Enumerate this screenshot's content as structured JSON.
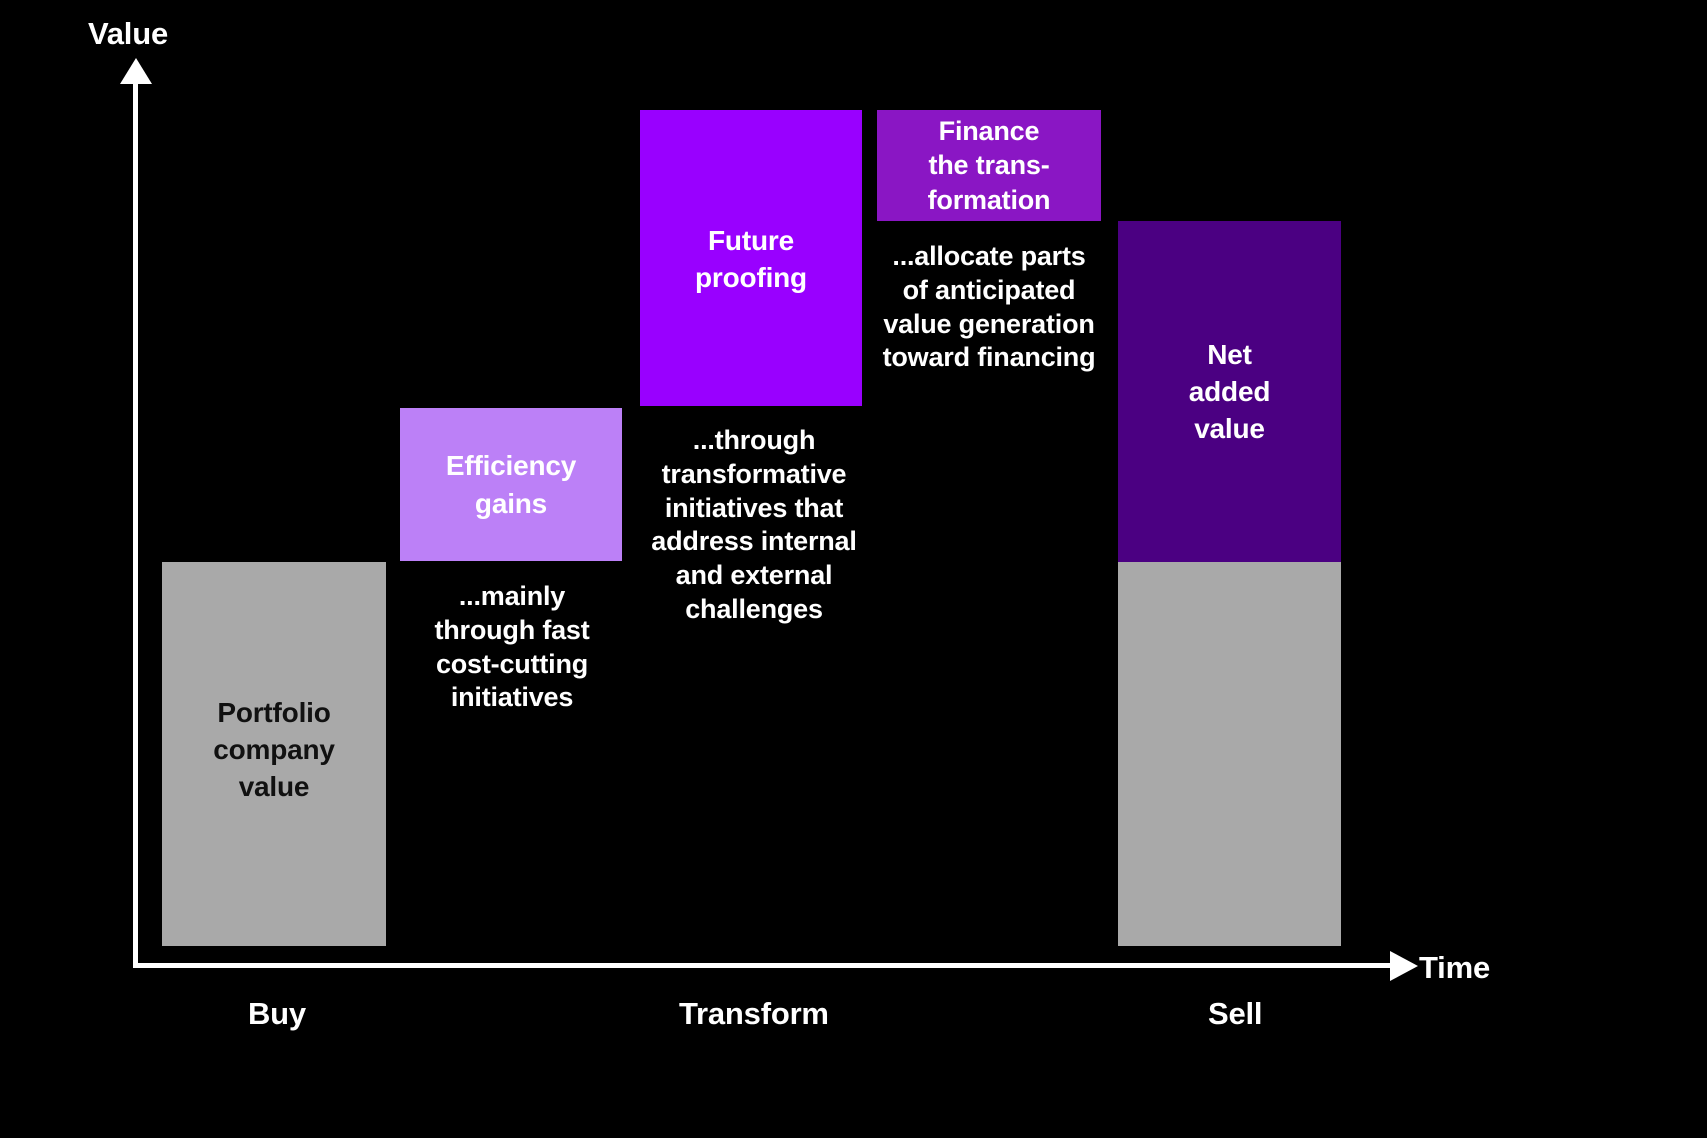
{
  "background_color": "#000000",
  "axes": {
    "y_title": "Value",
    "x_title": "Time",
    "y_arrow_icon": "arrow-up-icon",
    "x_arrow_icon": "arrow-right-icon"
  },
  "phases": [
    {
      "label": "Buy"
    },
    {
      "label": "Transform"
    },
    {
      "label": "Sell"
    }
  ],
  "bars": {
    "portfolio": {
      "label": "Portfolio\ncompany\nvalue",
      "color": "#a9a9a9"
    },
    "efficiency": {
      "label": "Efficiency\ngains",
      "color": "#bc80f7"
    },
    "future": {
      "label": "Future\nproofing",
      "color": "#9900ff"
    },
    "finance": {
      "label": "Finance\nthe trans-\nformation",
      "color": "#8a16c4"
    },
    "net_added": {
      "label": "Net\nadded\nvalue",
      "color": "#4b0082"
    },
    "sell_base": {
      "label": "",
      "color": "#a9a9a9"
    }
  },
  "captions": {
    "efficiency": "...mainly through fast cost-cutting initiatives",
    "future": "...through transformative initiatives that address internal and external challenges",
    "finance": "...allocate parts of anticipated value generation toward financing"
  },
  "chart_data": {
    "type": "bar",
    "title": "",
    "subtitle": "",
    "xlabel": "Time",
    "ylabel": "Value",
    "grid": false,
    "legend": "none",
    "axis_style": "arrow",
    "waterfall": true,
    "categories": [
      "Portfolio company value",
      "Efficiency gains",
      "Future proofing",
      "Finance the transformation",
      "Net added value"
    ],
    "x_phase_labels": [
      "Buy",
      "Transform",
      "Sell"
    ],
    "ylim": [
      0,
      1000
    ],
    "series": [
      {
        "name": "Value bridge",
        "values": [
          400,
          160,
          309,
          116,
          356
        ],
        "cumulative_base": [
          0,
          400,
          560,
          869,
          400
        ],
        "cumulative_top": [
          400,
          560,
          869,
          985,
          756
        ],
        "colors": [
          "#a9a9a9",
          "#bc80f7",
          "#9900ff",
          "#8a16c4",
          "#4b0082"
        ],
        "kinds": [
          "absolute",
          "increase",
          "increase",
          "increase",
          "total-delta"
        ]
      }
    ],
    "annotations": [
      {
        "target": "Efficiency gains",
        "text": "...mainly through fast cost-cutting initiatives"
      },
      {
        "target": "Future proofing",
        "text": "...through transformative initiatives that address internal and external challenges"
      },
      {
        "target": "Finance the transformation",
        "text": "...allocate parts of anticipated value generation toward financing"
      }
    ]
  }
}
